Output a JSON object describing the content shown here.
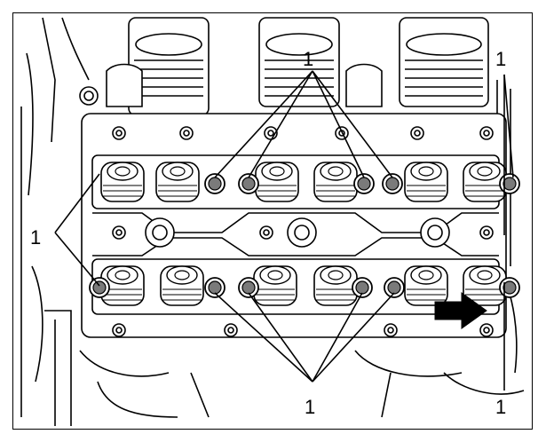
{
  "figure": {
    "callouts": [
      {
        "id": "top-center",
        "label": "1"
      },
      {
        "id": "top-right",
        "label": "1"
      },
      {
        "id": "left",
        "label": "1"
      },
      {
        "id": "bottom-center",
        "label": "1"
      },
      {
        "id": "bottom-right",
        "label": "1"
      }
    ],
    "colors": {
      "line": "#000000",
      "background": "#ffffff",
      "highlight": "#7a7a7a",
      "arrow": "#000000"
    },
    "icons": [
      "direction-arrow-icon"
    ]
  }
}
